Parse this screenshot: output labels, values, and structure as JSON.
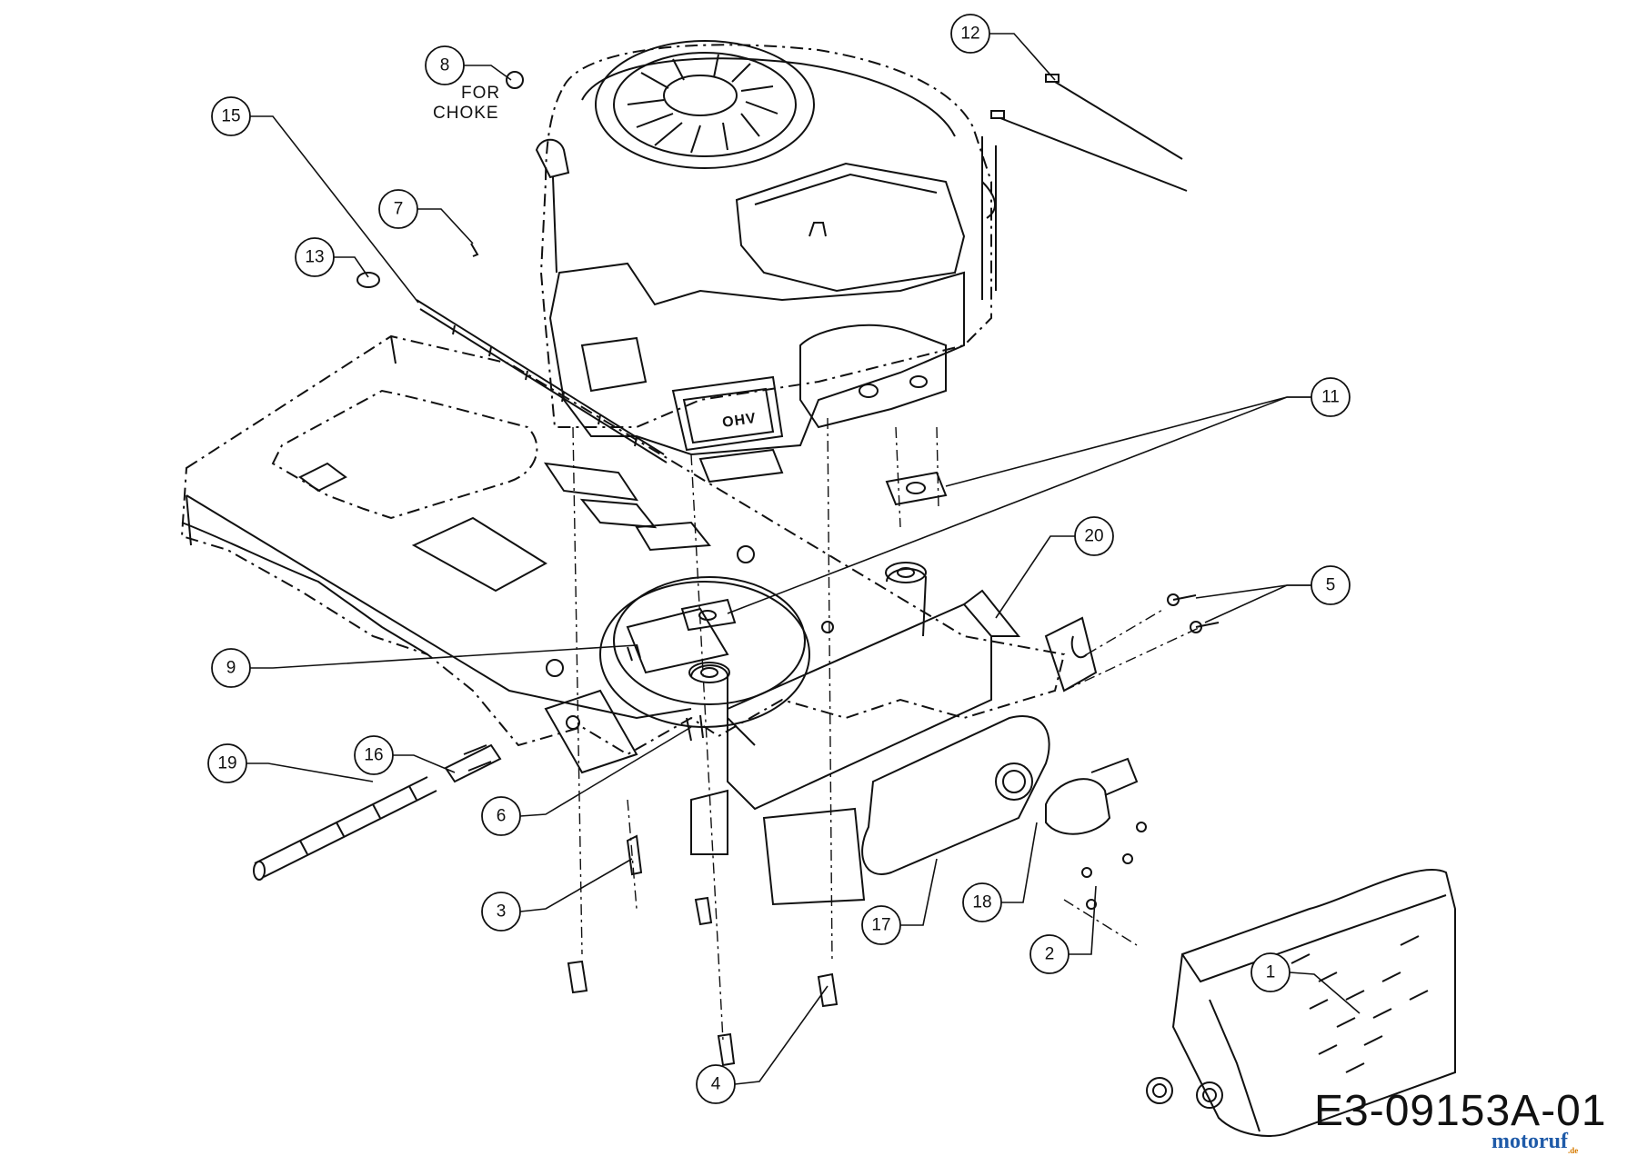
{
  "diagram": {
    "drawing_number": "E3-09153A-01",
    "watermark": "motoruf",
    "watermark_suffix": ".de",
    "note_lines": [
      "FOR",
      "CHOKE"
    ],
    "callouts": [
      "1",
      "2",
      "3",
      "4",
      "5",
      "6",
      "7",
      "8",
      "9",
      "11",
      "12",
      "13",
      "15",
      "16",
      "17",
      "18",
      "19",
      "20"
    ]
  }
}
